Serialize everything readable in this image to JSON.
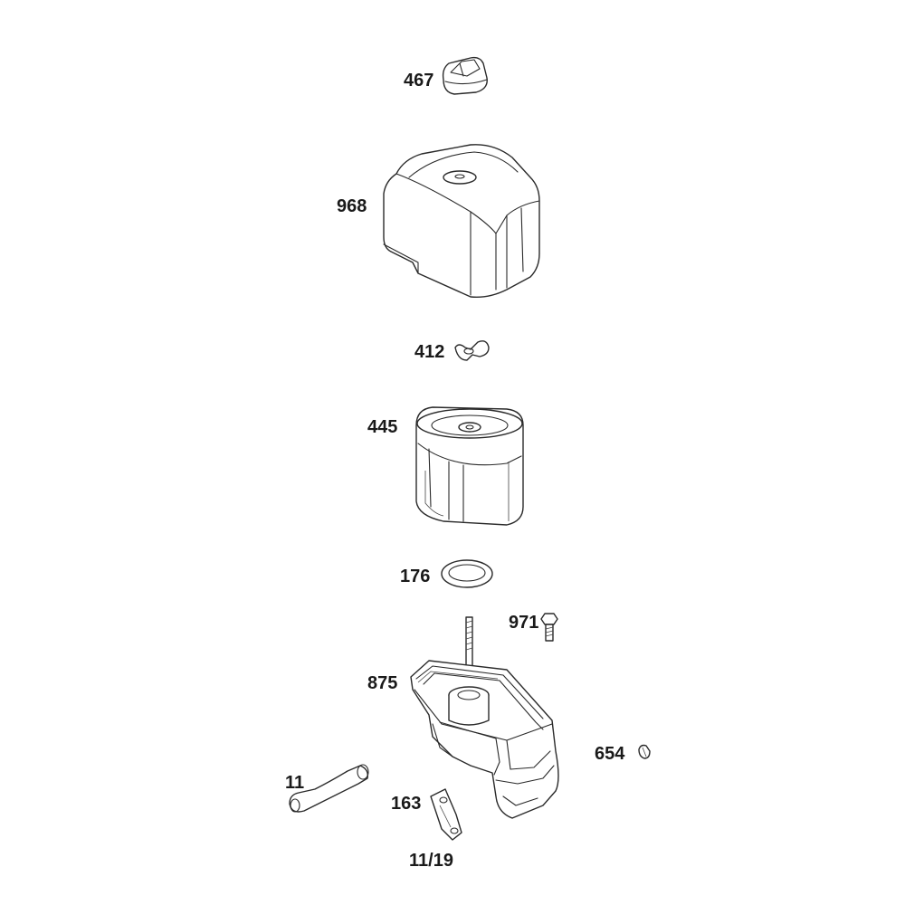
{
  "parts": [
    {
      "id": "knob",
      "callout": "467"
    },
    {
      "id": "cover",
      "callout": "968"
    },
    {
      "id": "wing-nut",
      "callout": "412"
    },
    {
      "id": "filter",
      "callout": "445"
    },
    {
      "id": "seal",
      "callout": "176"
    },
    {
      "id": "bolt",
      "callout": "971"
    },
    {
      "id": "base",
      "callout": "875"
    },
    {
      "id": "clip",
      "callout": "654"
    },
    {
      "id": "tube",
      "callout": "11"
    },
    {
      "id": "gasket",
      "callout": "163"
    }
  ],
  "footer": {
    "date_code": "11/19"
  }
}
